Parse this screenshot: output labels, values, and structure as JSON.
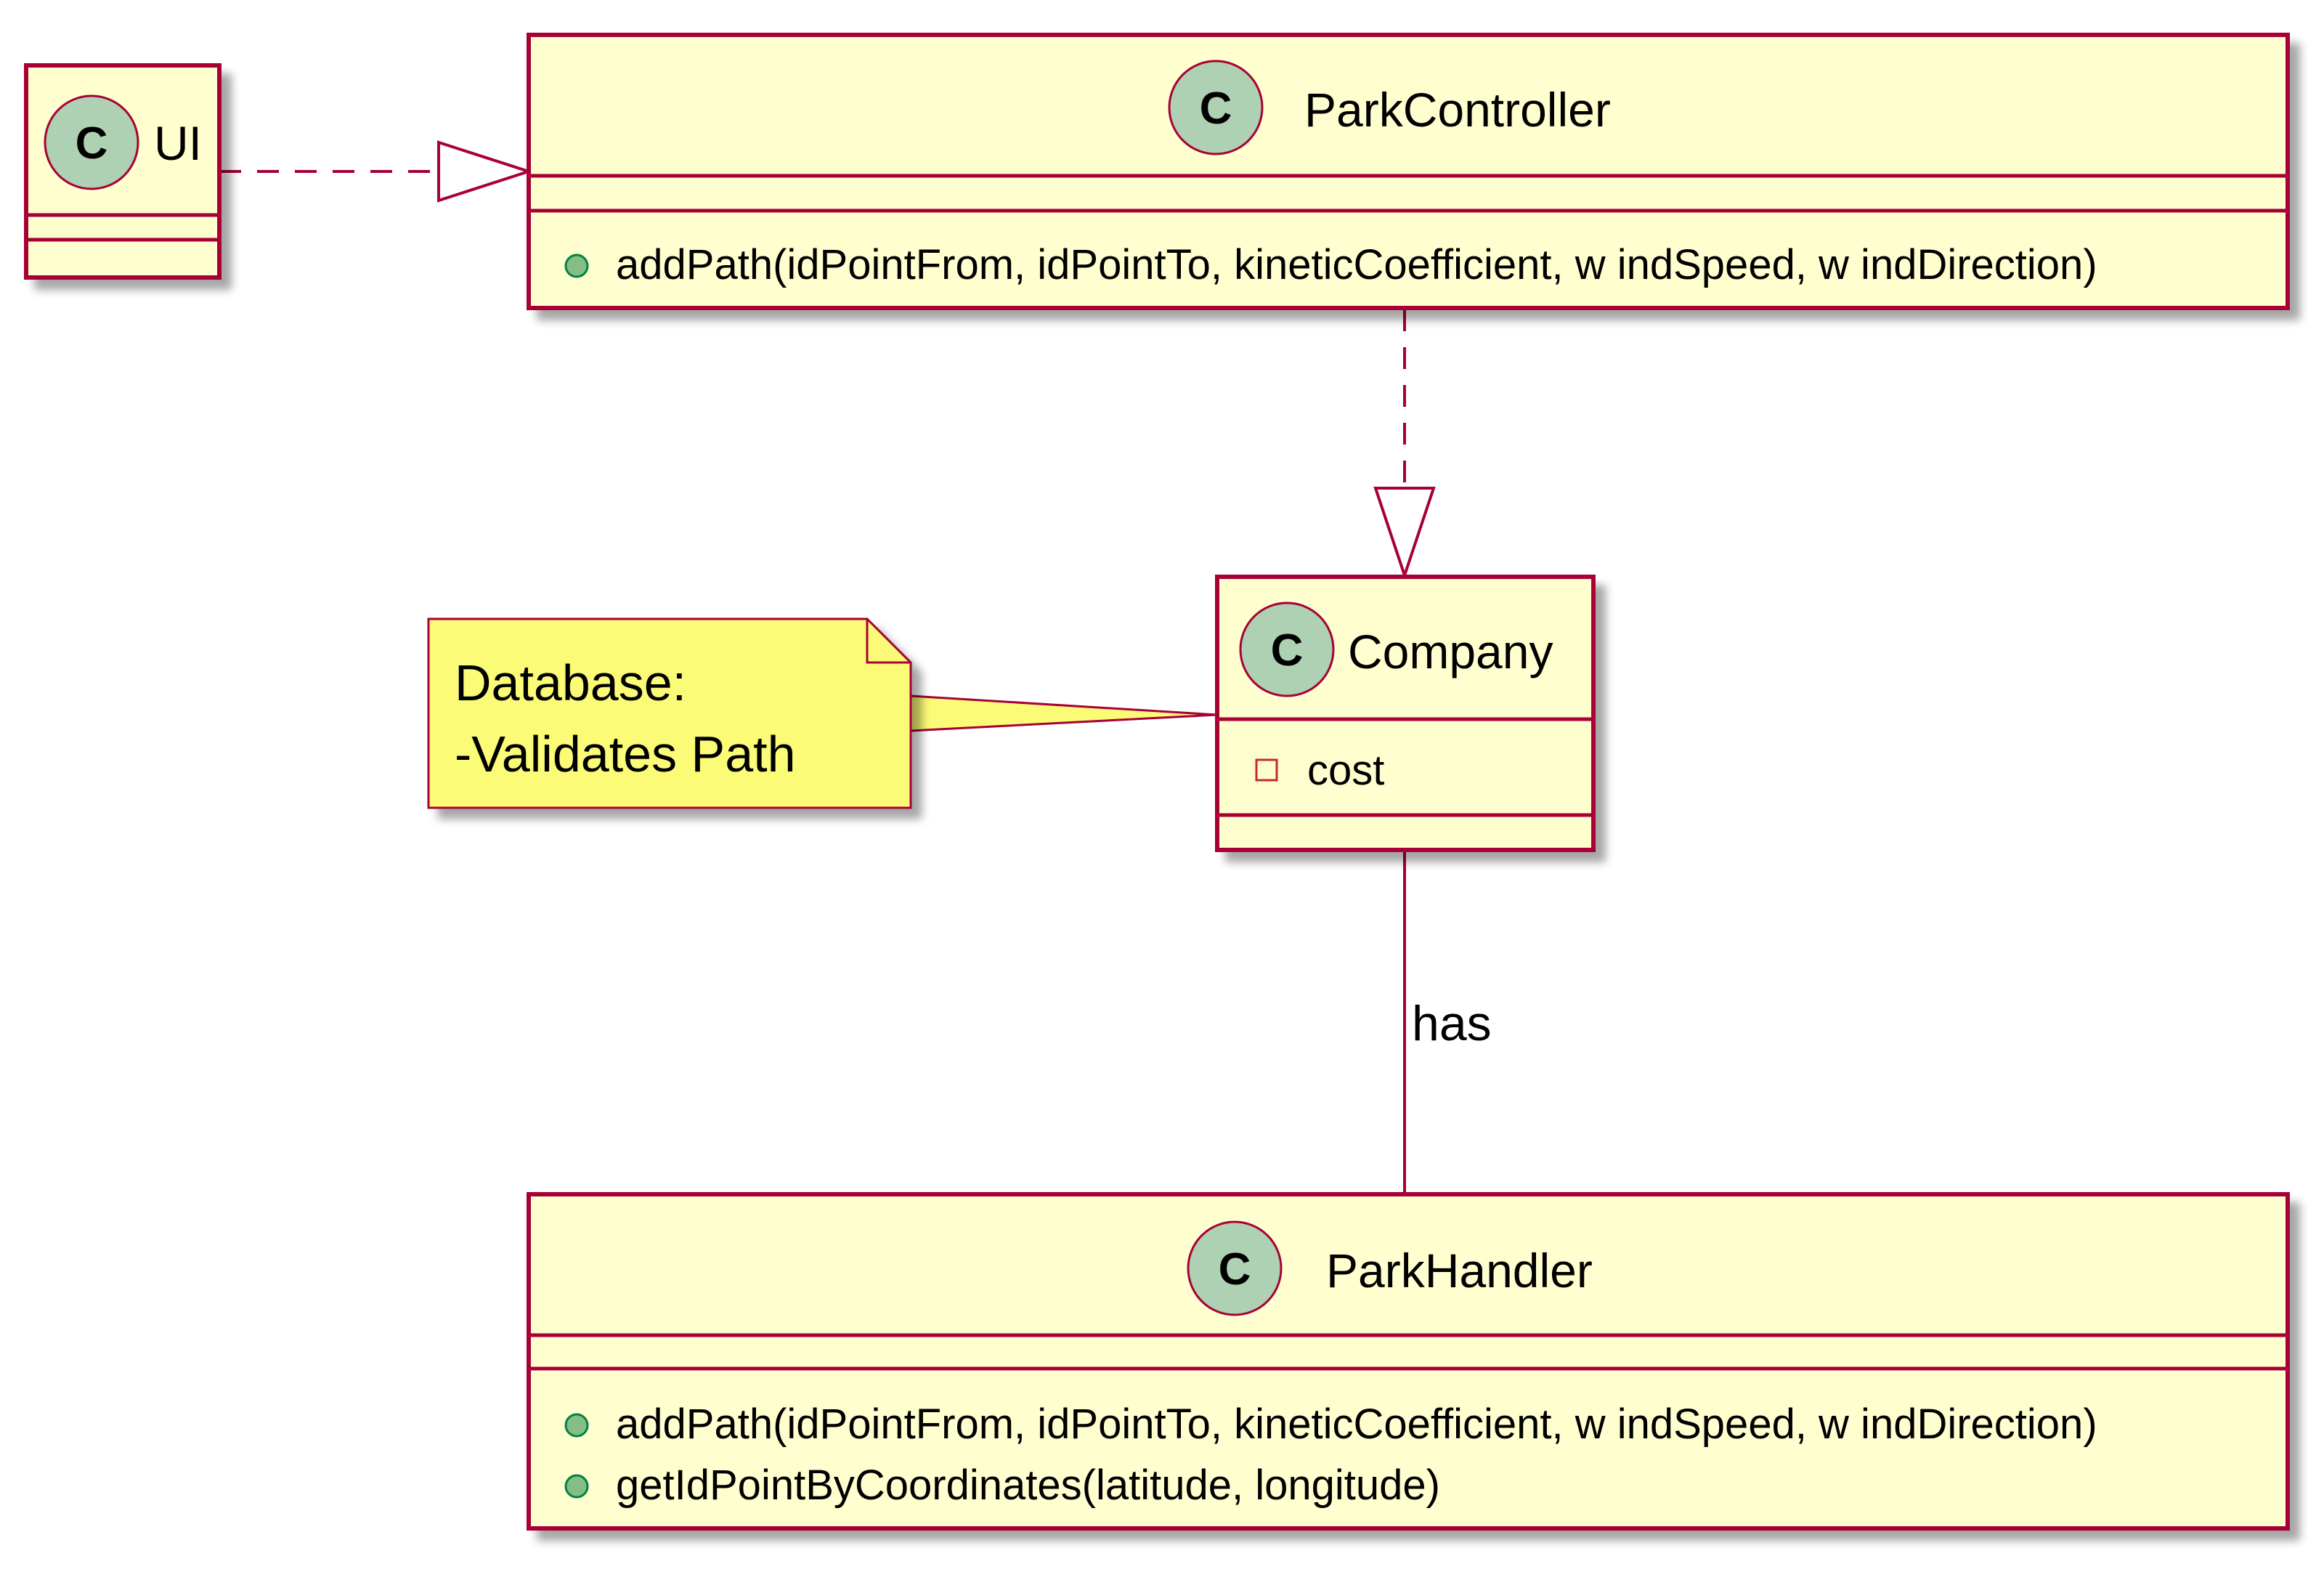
{
  "diagram": {
    "classes": {
      "ui": {
        "spot": "C",
        "name": "UI",
        "members": []
      },
      "park_controller": {
        "spot": "C",
        "name": "ParkController",
        "members": [
          {
            "visibility": "public",
            "text": "addPath(idPointFrom, idPointTo, kineticCoefficient, w indSpeed, w indDirection)"
          }
        ]
      },
      "company": {
        "spot": "C",
        "name": "Company",
        "members": [
          {
            "visibility": "private",
            "text": "cost"
          }
        ]
      },
      "park_handler": {
        "spot": "C",
        "name": "ParkHandler",
        "members": [
          {
            "visibility": "public",
            "text": "addPath(idPointFrom, idPointTo, kineticCoefficient, w indSpeed, w indDirection)"
          },
          {
            "visibility": "public",
            "text": "getIdPointByCoordinates(latitude, longitude)"
          }
        ]
      }
    },
    "note": {
      "lines": [
        "Database:",
        "-Validates Path"
      ]
    },
    "relations": [
      {
        "from": "UI",
        "to": "ParkController",
        "type": "realization",
        "label": ""
      },
      {
        "from": "ParkController",
        "to": "Company",
        "type": "realization",
        "label": ""
      },
      {
        "from": "Company",
        "to": "ParkHandler",
        "type": "association",
        "label": "has"
      }
    ],
    "colors": {
      "class_fill": "#FEFECE",
      "class_border": "#A80036",
      "spot_fill": "#ADD1B2",
      "note_fill": "#FBFB77",
      "public_marker": "#84BE84",
      "public_marker_border": "#038048",
      "private_marker_border": "#C82930"
    }
  }
}
